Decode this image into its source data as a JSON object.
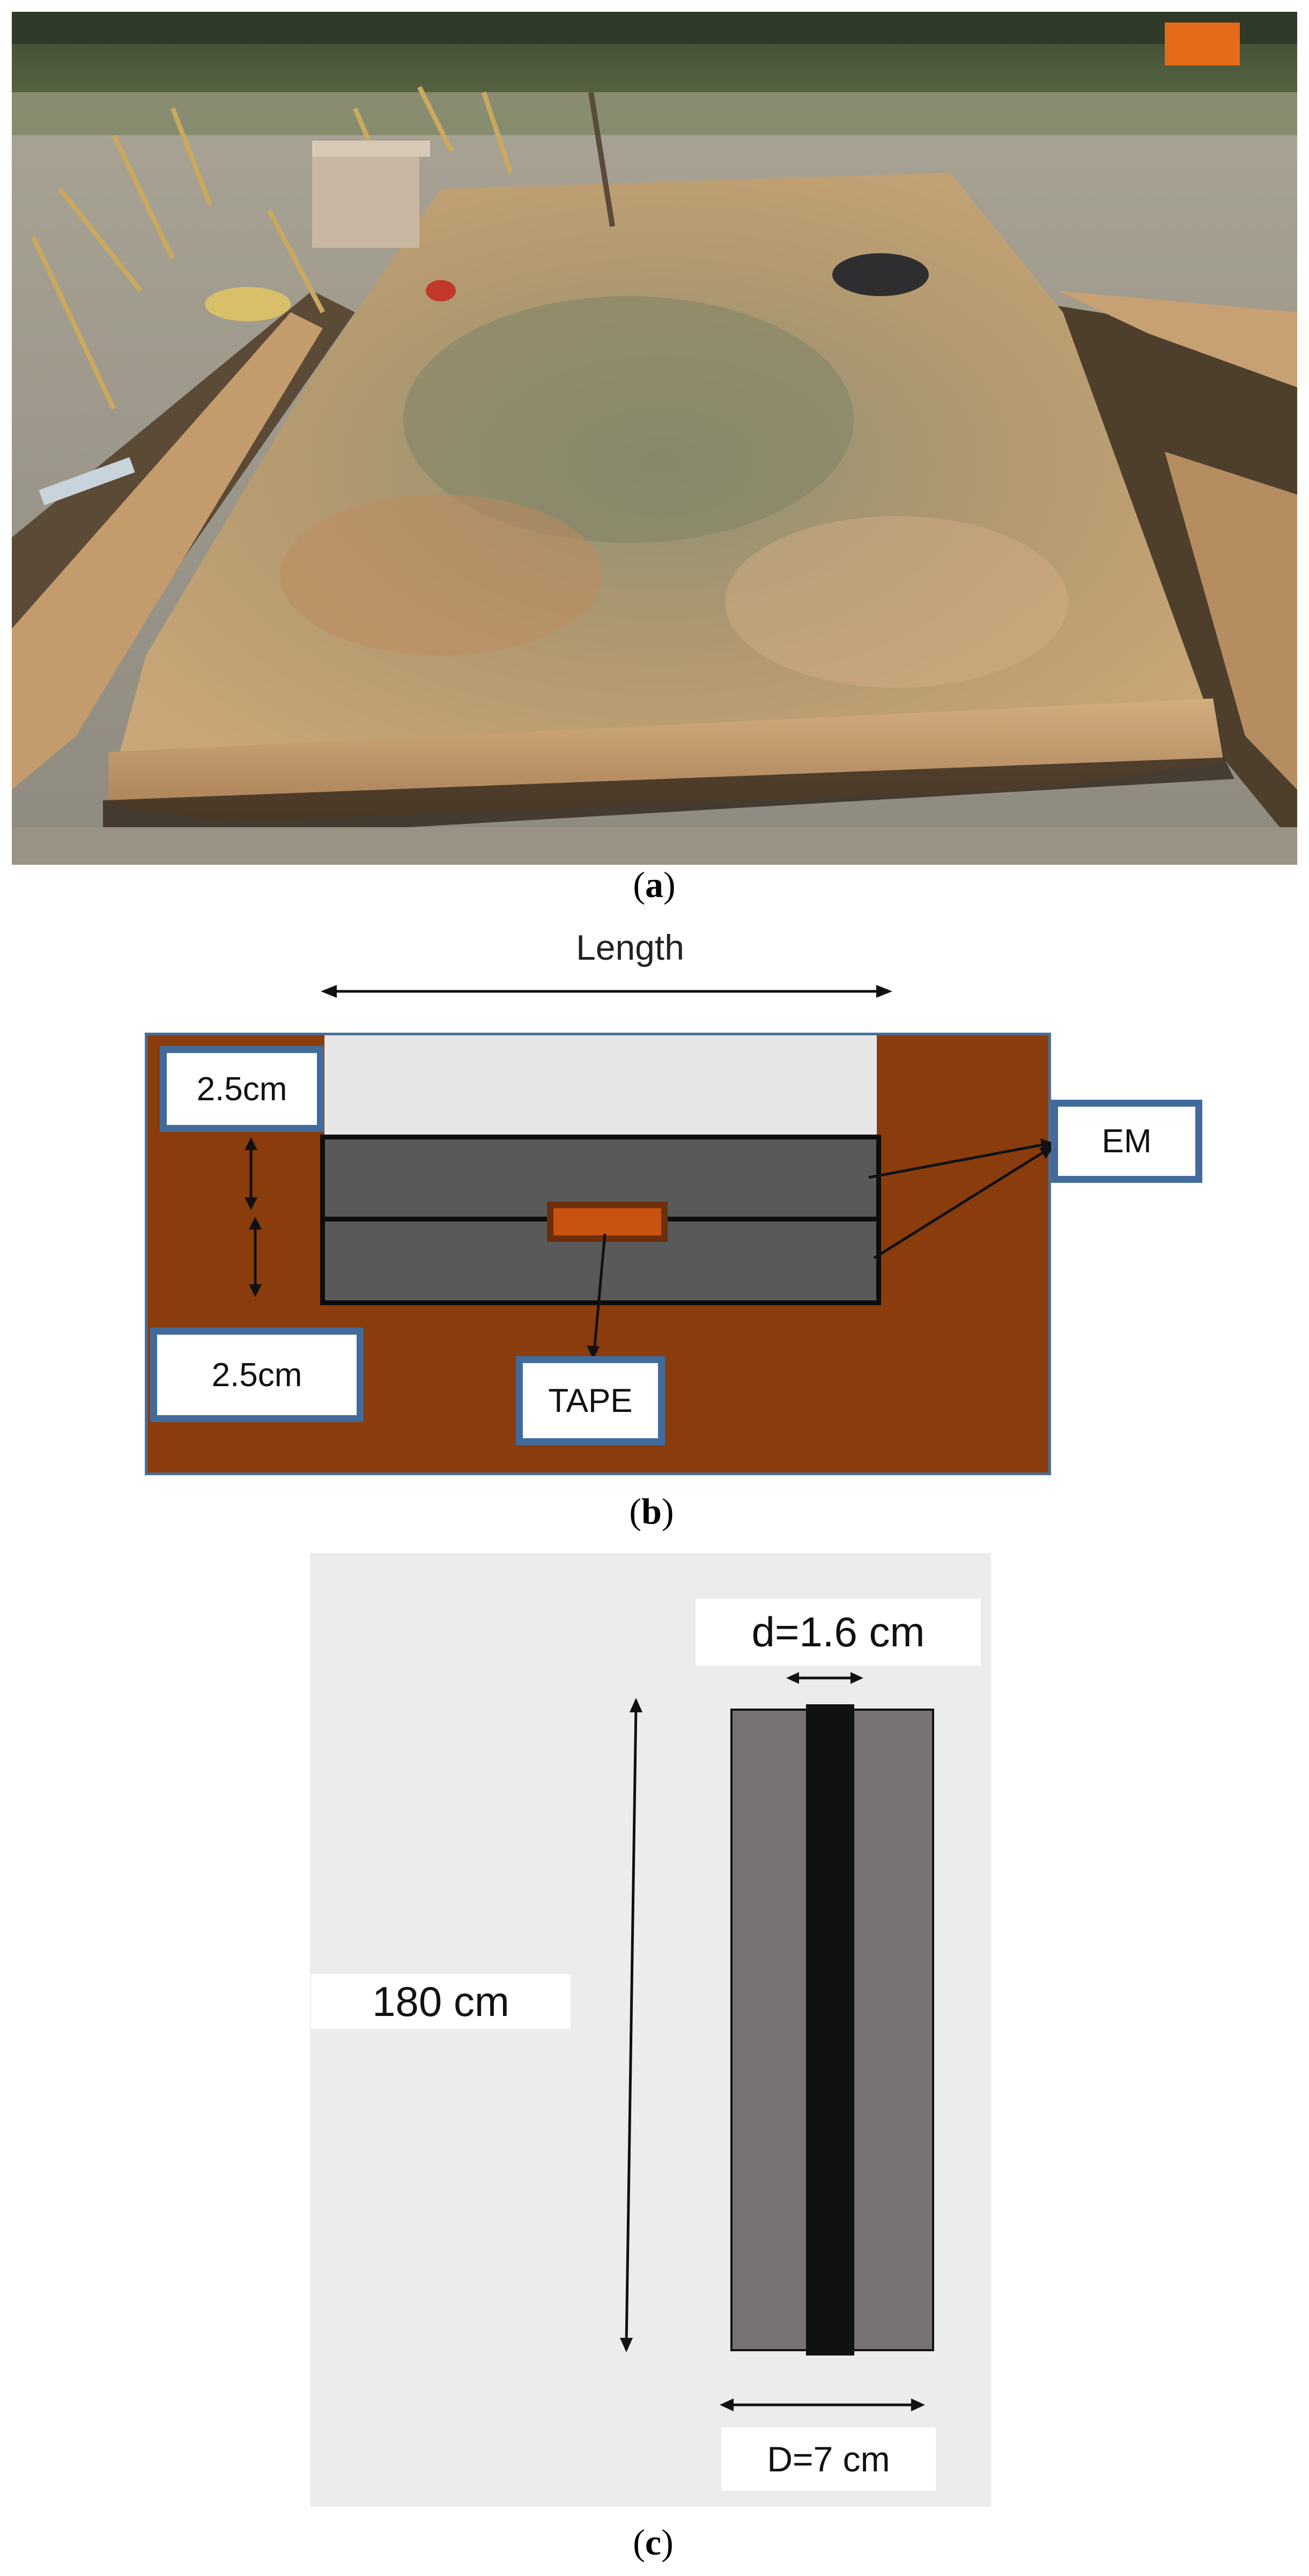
{
  "figure": {
    "captions": {
      "a": "a",
      "b": "b",
      "c": "c"
    }
  },
  "panel_b": {
    "length_label": "Length",
    "top_thickness_label": "2.5cm",
    "bottom_thickness_label": "2.5cm",
    "em_label": "EM",
    "tape_label": "TAPE",
    "colors": {
      "soil": "#8a3c0c",
      "void": "#e6e6e6",
      "em_layer": "#595959",
      "tape": "#c8520f",
      "label_border": "#416b9b"
    }
  },
  "panel_c": {
    "inner_diameter_label": "d=1.6 cm",
    "length_label": "180 cm",
    "outer_diameter_label": "D=7 cm",
    "colors": {
      "background": "#ececec",
      "outer_sample": "#777373",
      "core": "#111111"
    }
  }
}
